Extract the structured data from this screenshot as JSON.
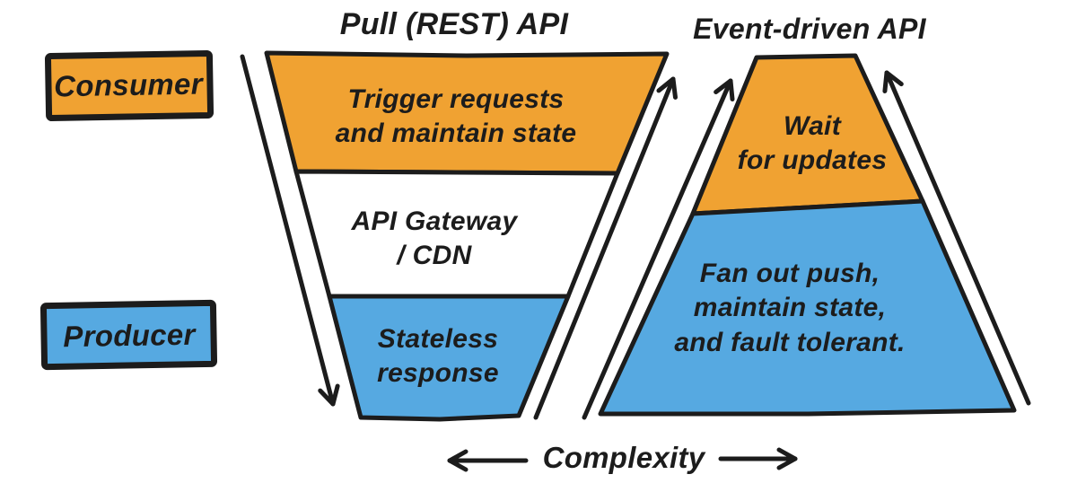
{
  "titles": {
    "left": "Pull (REST) API",
    "right": "Event-driven API"
  },
  "legend": {
    "consumer": "Consumer",
    "producer": "Producer"
  },
  "funnel": {
    "consumer_line1": "Trigger requests",
    "consumer_line2": "and maintain state",
    "middle_line1": "API Gateway",
    "middle_line2": "/ CDN",
    "producer_line1": "Stateless",
    "producer_line2": "response"
  },
  "pyramid": {
    "consumer_line1": "Wait",
    "consumer_line2": "for updates",
    "producer_line1": "Fan out push,",
    "producer_line2": "maintain state,",
    "producer_line3": "and fault tolerant."
  },
  "axis": {
    "label": "Complexity"
  },
  "colors": {
    "consumer": "#F0A232",
    "producer": "#56A9E1",
    "ink": "#1C1C1C",
    "background": "#FFFFFF"
  }
}
